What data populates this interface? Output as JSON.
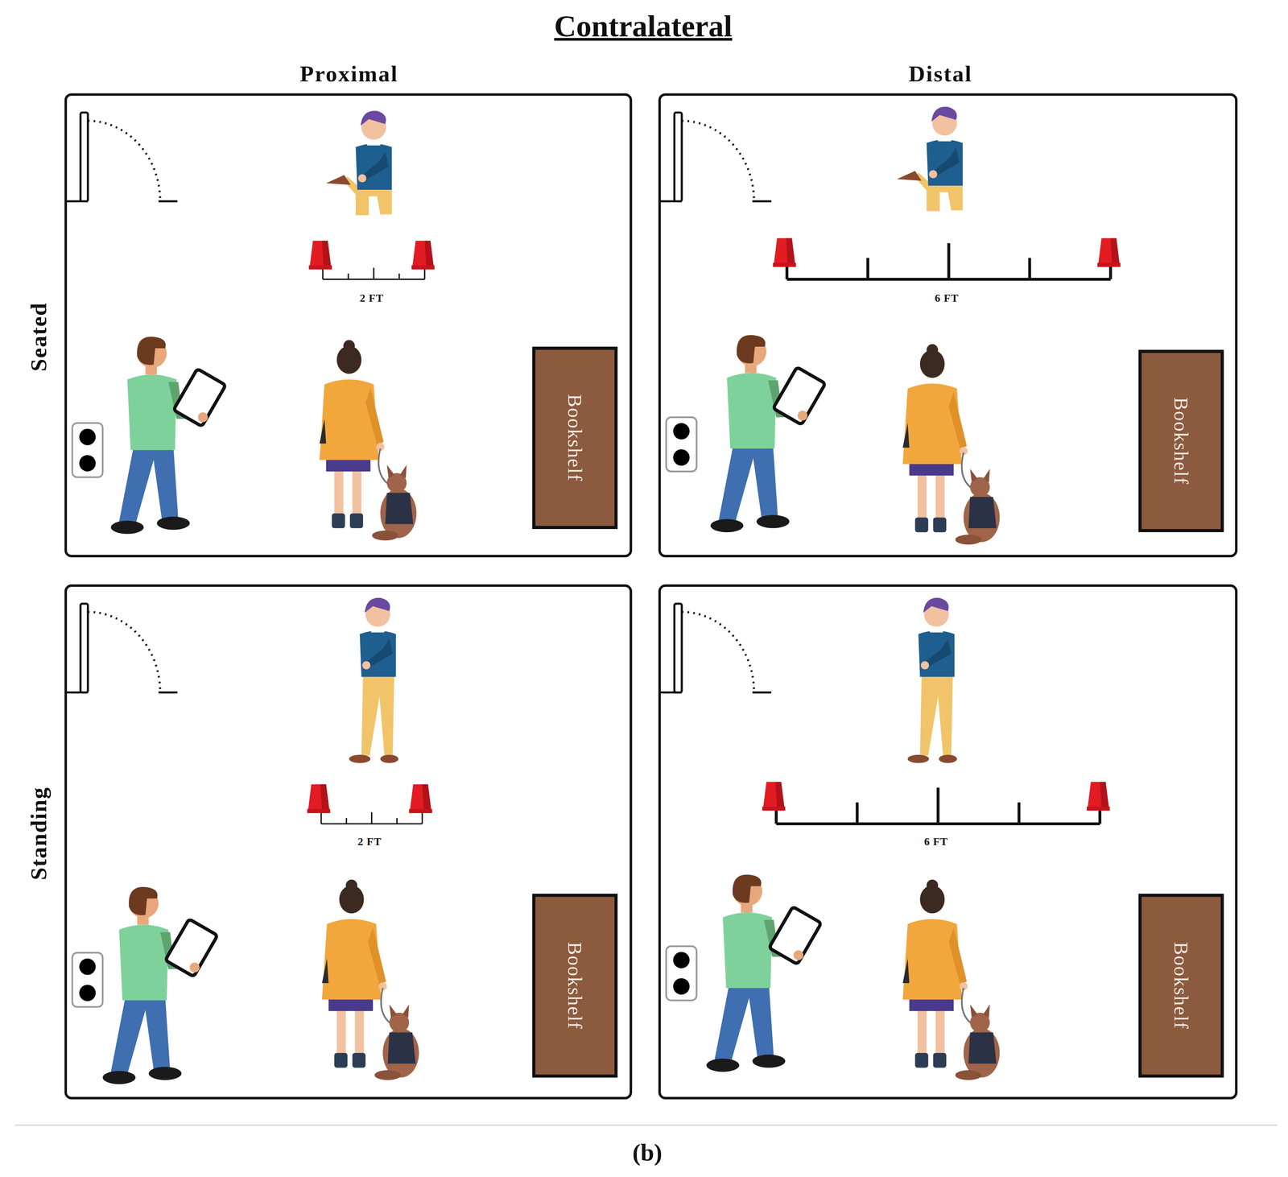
{
  "diagram": {
    "title": "Contralateral",
    "caption": "(b)",
    "nodes": [
      {
        "text": [
          "Bookshelf"
        ]
      },
      {
        "text": [
          "Bookshelf"
        ]
      },
      {
        "text": [
          "Bookshelf"
        ]
      },
      {
        "text": [
          "Bookshelf"
        ]
      }
    ],
    "labels": [
      "Proximal",
      "Distal",
      "Seated",
      "Standing",
      "2 FT",
      "6 FT",
      "2 FT",
      "6 FT"
    ]
  }
}
